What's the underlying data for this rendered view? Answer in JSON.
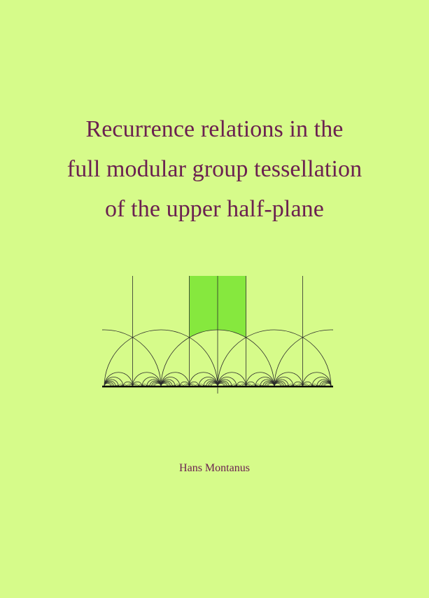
{
  "title_lines": [
    "Recurrence relations in the",
    "full modular group tessellation",
    "of the upper half-plane"
  ],
  "author": "Hans Montanus",
  "colors": {
    "background": "#d6fb8a",
    "title_text": "#6b2150",
    "fundamental_domain_fill": "#86e83e",
    "tessellation_lines": "#2c2c2c"
  },
  "figure": {
    "description_icon": "modular-tessellation-illustration"
  }
}
